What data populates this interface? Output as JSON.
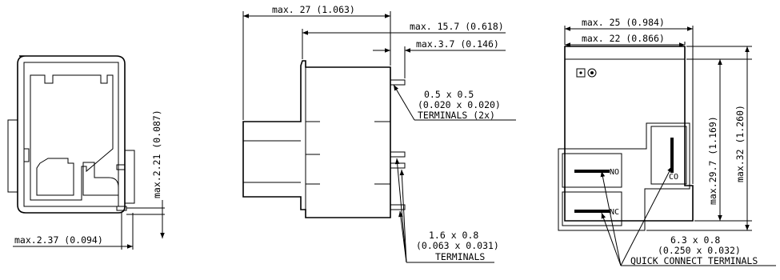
{
  "views": {
    "front": {
      "dim_height": "max.2.21 (0.087)",
      "dim_width": "max.2.37 (0.094)"
    },
    "side": {
      "dim_overall": "max. 27 (1.063)",
      "dim_body": "max. 15.7 (0.618)",
      "dim_pin": "max.3.7 (0.146)",
      "pcb_terminals": [
        "0.5 x 0.5",
        "(0.020 x 0.020)",
        "TERMINALS (2x)"
      ],
      "main_terminals": [
        "1.6 x 0.8",
        "(0.063 x 0.031)",
        "TERMINALS"
      ]
    },
    "top": {
      "dim_outer_width": "max. 25 (0.984)",
      "dim_inner_width": "max. 22 (0.866)",
      "dim_inner_height": "max.29.7 (1.169)",
      "dim_outer_height": "max.32 (1.260)",
      "terminal_no": "NO",
      "terminal_nc": "NC",
      "terminal_co": "CO",
      "qc_terminals": [
        "6.3 x 0.8",
        "(0.250 x 0.032)",
        "QUICK CONNECT TERMINALS"
      ]
    }
  }
}
